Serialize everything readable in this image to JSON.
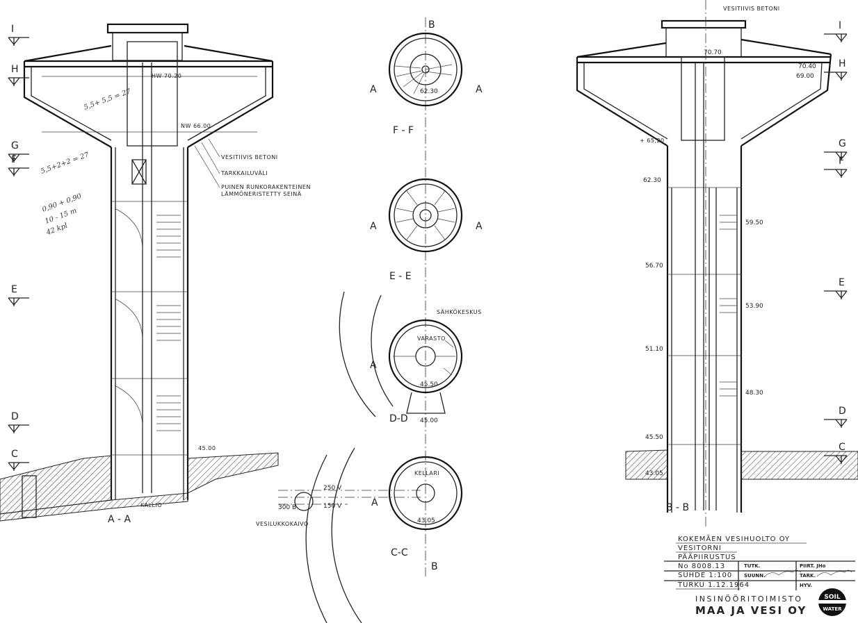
{
  "drawing": {
    "section_a": {
      "title": "A - A",
      "labels": {
        "hw": "HW 70.20",
        "nw": "NW 66.00",
        "vesitiivis_betoni": "VESITIIVIS BETONI",
        "tarkkailuvali": "TARKKAILUVÄLI",
        "puinen_1": "PUINEN RUNKORAKENTEINEN",
        "puinen_2": "LÄMMÖNERISTETTY SEINÄ",
        "ground_level": "45.00",
        "kallio": "KALLIO"
      },
      "handwritten": [
        "5,5+ 5,5 = 27",
        "5,5+2+2 = 27",
        "0,90 + 0,90",
        "10 - 15 m",
        "42 kpl"
      ]
    },
    "section_markers": [
      "I",
      "H",
      "G",
      "F",
      "E",
      "D",
      "C"
    ],
    "plans": {
      "f_f": {
        "title": "F - F",
        "level": "62.30",
        "marker_top": "B",
        "marker_side": "A"
      },
      "e_e": {
        "title": "E - E",
        "marker_side": "A"
      },
      "d_d": {
        "title": "D-D",
        "level": "45.50",
        "level2": "45.00",
        "room": "VARASTO",
        "electrical": "SÄHKÖKESKUS",
        "marker_side": "A"
      },
      "c_c": {
        "title": "C-C",
        "level": "43.05",
        "room": "KELLARI",
        "pipe_250": "250 V",
        "pipe_150": "150 V",
        "pipe_300": "300 B",
        "well": "VESILUKKOKAIVO",
        "marker_bottom": "B",
        "marker_side": "A"
      }
    },
    "section_b": {
      "title": "B - B",
      "labels": {
        "top_note": "VESITIIVIS BETONI",
        "l7070": "70.70",
        "l7040": "70.40",
        "l6900": "69.00",
        "l6520": "+ 65,20",
        "l6230": "62.30",
        "l5950": "59.50",
        "l5670": "56.70",
        "l5390": "53.90",
        "l5110": "51.10",
        "l4830": "48.30",
        "l4550": "45.50",
        "l4305": "43.05"
      }
    }
  },
  "title_block": {
    "client": "KOKEMÄEN VESIHUOLTO OY",
    "object": "VESITORNI",
    "drawing_type": "PÄÄPIIRUSTUS",
    "number": "No 8008.13",
    "scale": "SUHDE 1:100",
    "place_date": "TURKU 1.12.1964",
    "tutk": "TUTK.",
    "suunn": "SUUNN.",
    "piirt": "PIIRT. JHo",
    "tark": "TARK.",
    "hyv": "HYV."
  },
  "company": {
    "line1": "INSINÖÖRITOIMISTO",
    "line2": "MAA JA VESI OY",
    "logo_top": "SOIL",
    "logo_bottom": "WATER"
  }
}
